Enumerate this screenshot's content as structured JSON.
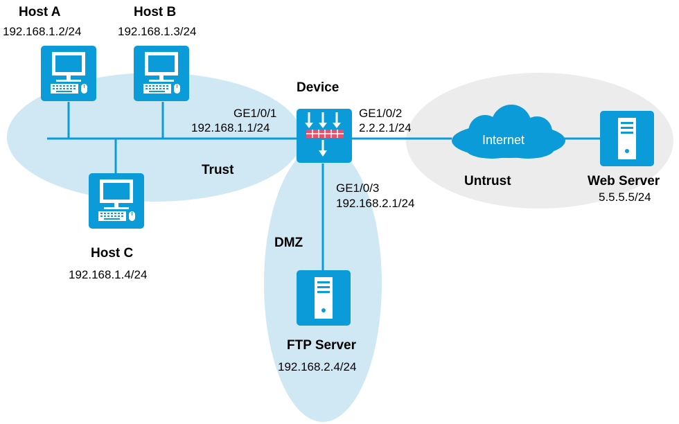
{
  "colors": {
    "zone_trust": "#cfe8f4",
    "zone_dmz": "#cfe8f4",
    "zone_untrust": "#ececec",
    "device_blue": "#0a9bd8",
    "link_line": "#0a9bd8",
    "bus_line": "#0a9bd8",
    "port_red": "#e8506c"
  },
  "icons": {
    "host": "computer-icon",
    "server": "server-icon",
    "device": "firewall-icon",
    "internet": "cloud-icon"
  },
  "zones": {
    "trust": "Trust",
    "dmz": "DMZ",
    "untrust": "Untrust"
  },
  "device": {
    "name": "Device",
    "ports": [
      {
        "name": "GE1/0/1",
        "ip": "192.168.1.1/24"
      },
      {
        "name": "GE1/0/2",
        "ip": "2.2.2.1/24"
      },
      {
        "name": "GE1/0/3",
        "ip": "192.168.2.1/24"
      }
    ]
  },
  "hosts": [
    {
      "name": "Host A",
      "ip": "192.168.1.2/24"
    },
    {
      "name": "Host B",
      "ip": "192.168.1.3/24"
    },
    {
      "name": "Host C",
      "ip": "192.168.1.4/24"
    }
  ],
  "servers": [
    {
      "name": "FTP Server",
      "ip": "192.168.2.4/24"
    },
    {
      "name": "Web Server",
      "ip": "5.5.5.5/24"
    }
  ],
  "internet": {
    "label": "Internet"
  }
}
